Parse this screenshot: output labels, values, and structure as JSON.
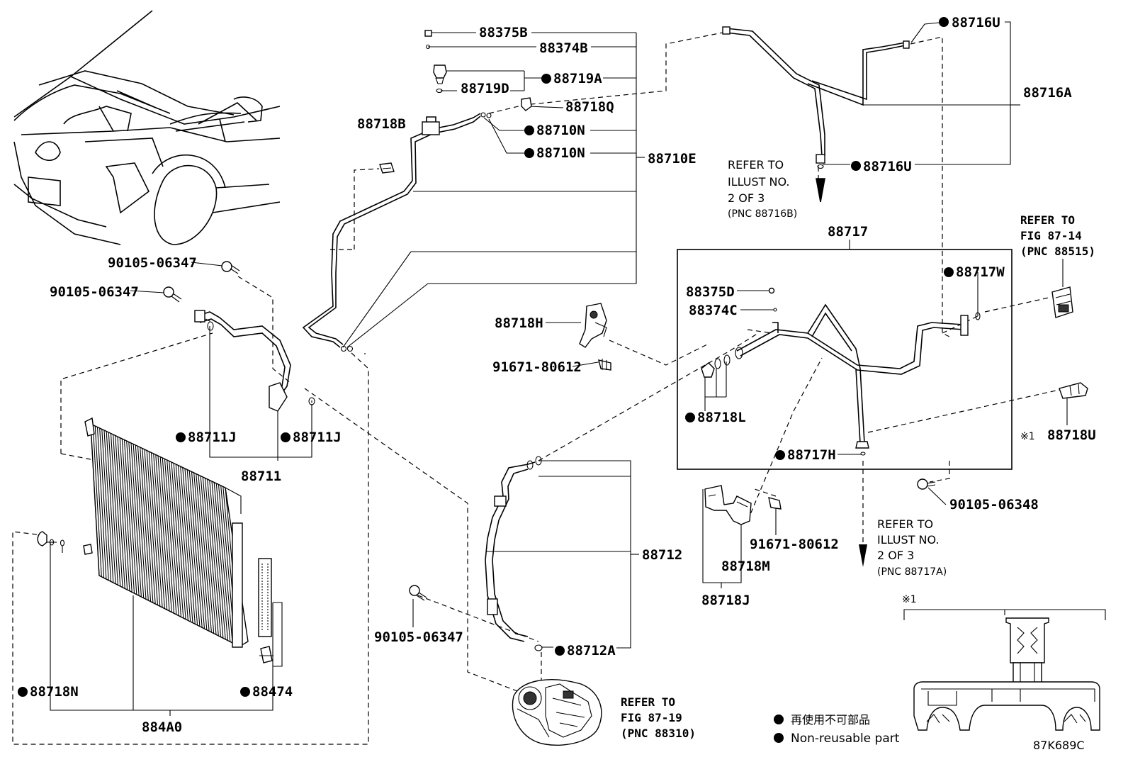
{
  "labels": {
    "p88375B": "88375B",
    "p88374B": "88374B",
    "p88719A": "88719A",
    "p88719D": "88719D",
    "p88718Q": "88718Q",
    "p88710N_1": "88710N",
    "p88710N_2": "88710N",
    "p88710E": "88710E",
    "p88718B": "88718B",
    "p88716U_1": "88716U",
    "p88716U_2": "88716U",
    "p88716A": "88716A",
    "p88717": "88717",
    "p88375D": "88375D",
    "p88374C": "88374C",
    "p88717W": "88717W",
    "p88718H": "88718H",
    "p91671_1": "91671-80612",
    "p88718L": "88718L",
    "p88717H": "88717H",
    "p88718U": "88718U",
    "p90105_06348": "90105-06348",
    "p91671_2": "91671-80612",
    "p88718M": "88718M",
    "p88718J": "88718J",
    "p90105_1": "90105-06347",
    "p90105_2": "90105-06347",
    "p90105_3": "90105-06347",
    "p88711J_1": "88711J",
    "p88711J_2": "88711J",
    "p88711": "88711",
    "p88712": "88712",
    "p88712A": "88712A",
    "p88718N": "88718N",
    "p88474": "88474",
    "p884A0": "884A0",
    "star1_mark": "※1",
    "star1_detail": "※1"
  },
  "refer_illust_1": {
    "line1": "REFER TO",
    "line2": "ILLUST NO.",
    "line3": "2 OF 3",
    "line4": "(PNC 88716B)"
  },
  "refer_illust_2": {
    "line1": "REFER TO",
    "line2": "ILLUST NO.",
    "line3": "2 OF 3",
    "line4": "(PNC 88717A)"
  },
  "refer_fig_1": {
    "line1": "REFER TO",
    "line2": "FIG 87-14",
    "line3": "(PNC 88515)"
  },
  "refer_fig_2": {
    "line1": "REFER TO",
    "line2": "FIG 87-19",
    "line3": "(PNC 88310)"
  },
  "legend": {
    "jp": "再使用不可部品",
    "en": "Non-reusable part"
  },
  "figure_code": "87K689C"
}
